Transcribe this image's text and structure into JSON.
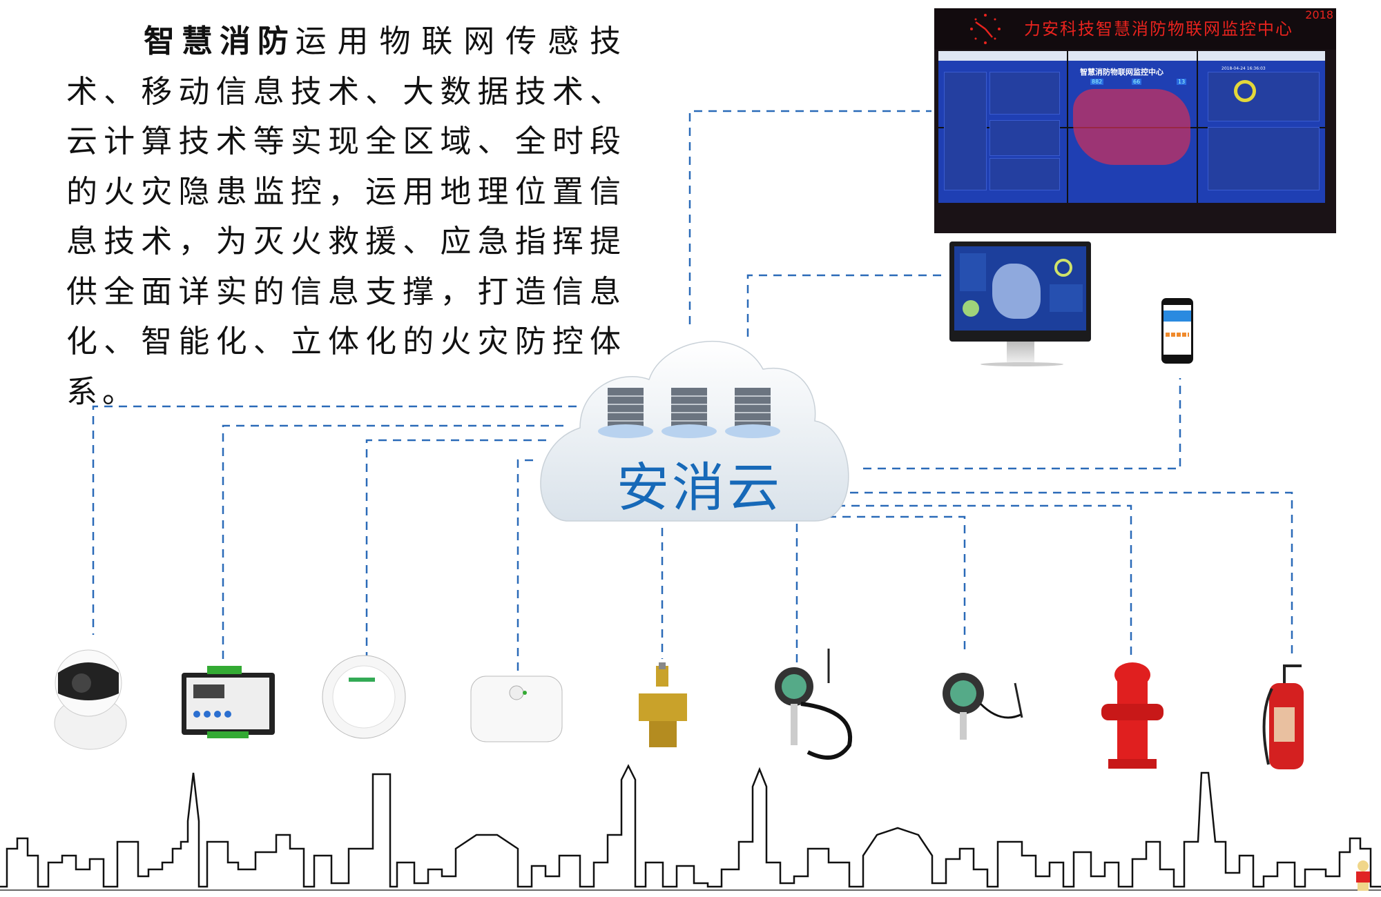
{
  "intro": {
    "highlight": "智慧消防",
    "body": "运用物联网传感技术、移动信息技术、大数据技术、云计算技术等实现全区域、全时段的火灾隐患监控，运用地理位置信息技术，为灭火救援、应急指挥提供全面详实的信息支撑，打造信息化、智能化、立体化的火灾防控体系。"
  },
  "video_wall": {
    "led_title": "力安科技智慧消防物联网监控中心",
    "led_year": "2018",
    "dashboard_title": "智慧消防物联网监控中心",
    "dashboard_date": "2018-04-24 16:36:03",
    "stats": [
      "882",
      "66",
      "13"
    ]
  },
  "cloud": {
    "label": "安消云"
  },
  "devices": [
    {
      "name": "camera"
    },
    {
      "name": "electrical-fire-monitor"
    },
    {
      "name": "smoke-detector"
    },
    {
      "name": "gas-detector"
    },
    {
      "name": "sprinkler-valve"
    },
    {
      "name": "pressure-sensor"
    },
    {
      "name": "liquid-level-sensor"
    },
    {
      "name": "fire-hydrant"
    },
    {
      "name": "fire-extinguisher"
    }
  ],
  "colors": {
    "link": "#2a6ab8",
    "cloud_text": "#1769b8",
    "led": "#e8231e",
    "dashboard": "#1f3fb3"
  }
}
